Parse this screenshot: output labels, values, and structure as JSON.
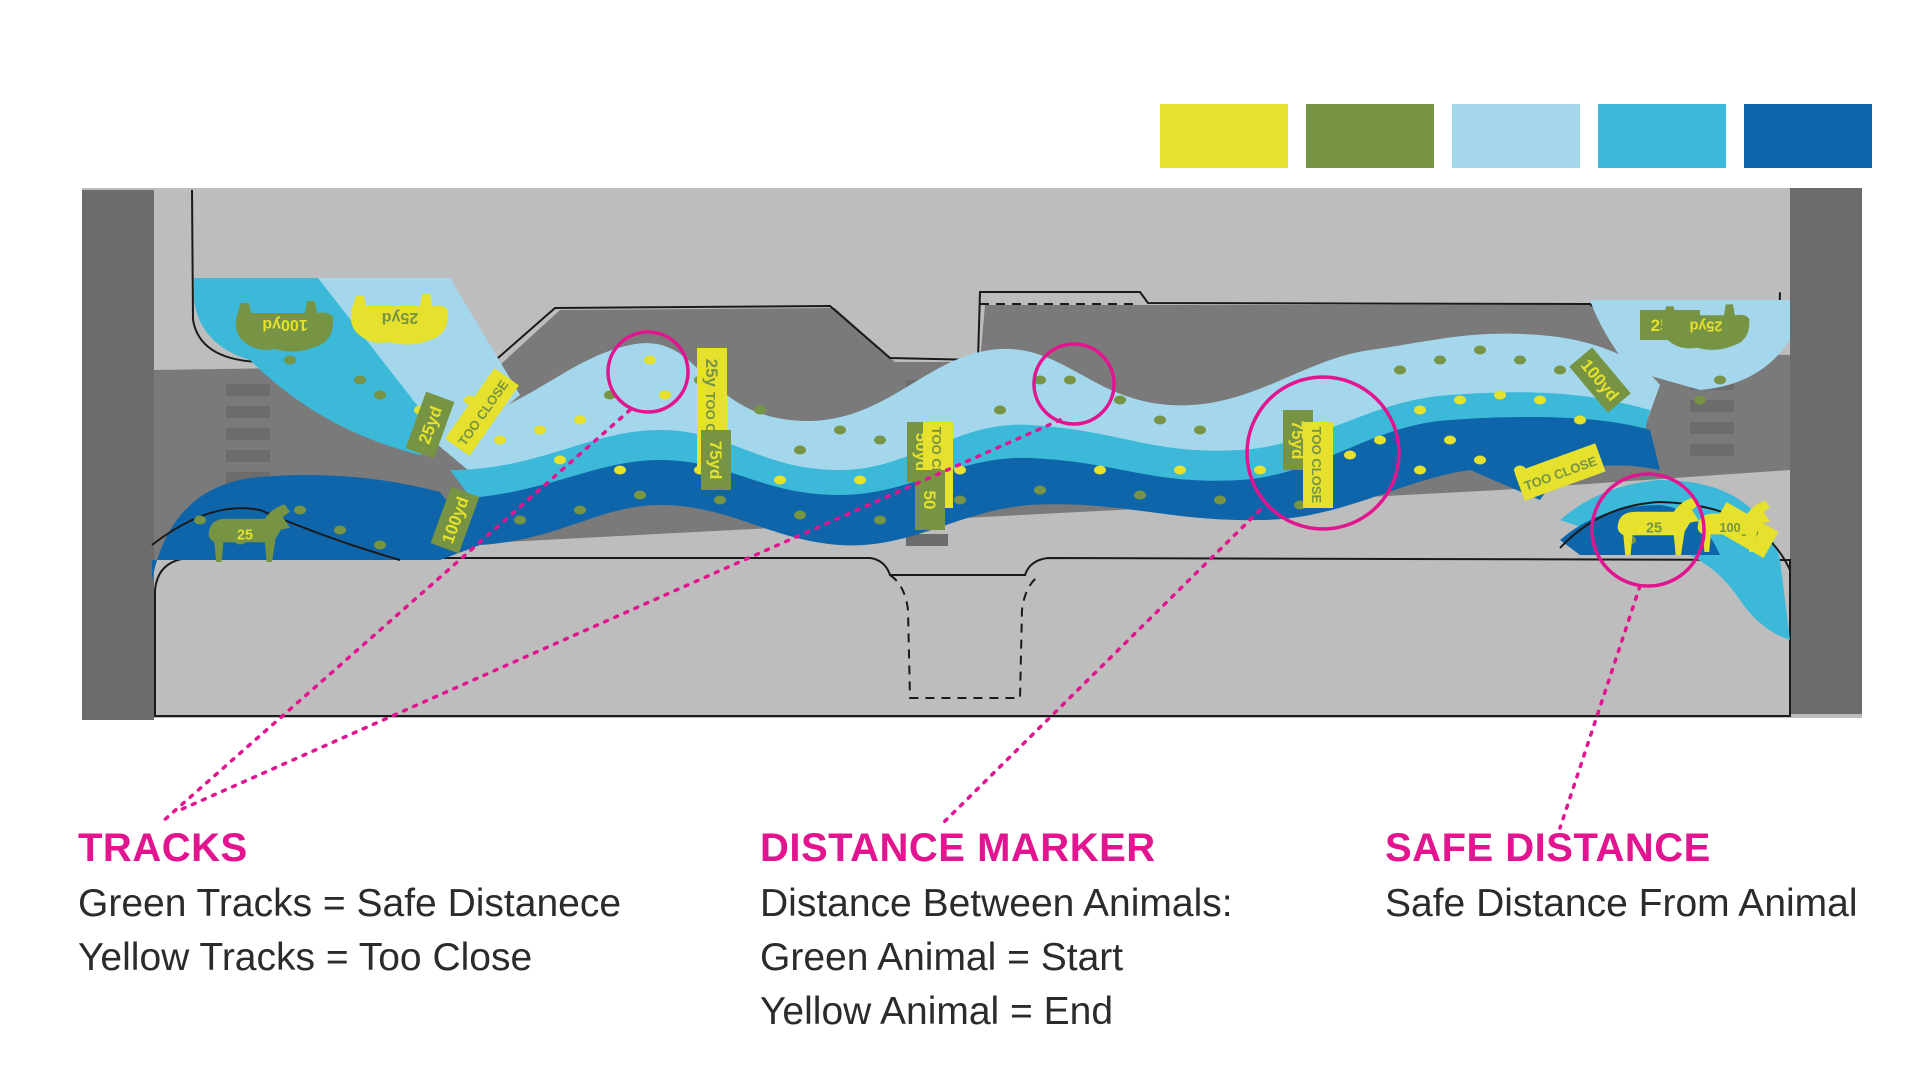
{
  "colors": {
    "accent": "#e2148f",
    "swatches": [
      "#e6e12c",
      "#769443",
      "#a4d7eb",
      "#3cb9d9",
      "#0f65aa"
    ],
    "track_green": "#769443",
    "track_yellow": "#e6e12c",
    "road_dark": "#6c6c6c",
    "road_light": "#bdbdbd"
  },
  "map": {
    "markers": [
      {
        "label": "25",
        "sub": "yd"
      },
      {
        "label": "100",
        "sub": "yd"
      },
      {
        "label": "TOO CLOSE",
        "sub": ""
      },
      {
        "label": "25",
        "sub": "yd"
      },
      {
        "label": "TOO CLOSE",
        "sub": ""
      },
      {
        "label": "75",
        "sub": "yd"
      },
      {
        "label": "50",
        "sub": "yd"
      },
      {
        "label": "TOO CLOSE",
        "sub": ""
      },
      {
        "label": "50",
        "sub": ""
      },
      {
        "label": "75",
        "sub": "yd"
      },
      {
        "label": "TOO CLOSE",
        "sub": ""
      },
      {
        "label": "100",
        "sub": "yd"
      },
      {
        "label": "TOO CLOSE",
        "sub": ""
      },
      {
        "label": "25",
        "sub": "yd"
      },
      {
        "label": "100",
        "sub": ""
      }
    ],
    "animals": [
      {
        "label": "100",
        "sub": "yd",
        "icon": "bison-icon"
      },
      {
        "label": "25",
        "sub": "yd",
        "icon": "bison-icon"
      },
      {
        "label": "25",
        "sub": "yd",
        "icon": "bison-icon"
      },
      {
        "label": "25",
        "sub": "",
        "icon": "moose-icon"
      },
      {
        "label": "25",
        "sub": "",
        "icon": "moose-icon"
      },
      {
        "label": "100",
        "sub": "",
        "icon": "moose-icon"
      }
    ]
  },
  "legend": {
    "tracks": {
      "heading": "TRACKS",
      "lines": [
        "Green Tracks = Safe Distanece",
        "Yellow Tracks = Too Close"
      ]
    },
    "distance_marker": {
      "heading": "DISTANCE MARKER",
      "lines": [
        "Distance Between Animals:",
        "Green Animal = Start",
        "Yellow Animal = End"
      ]
    },
    "safe_distance": {
      "heading": "SAFE DISTANCE",
      "lines": [
        "Safe Distance From Animal"
      ]
    }
  }
}
